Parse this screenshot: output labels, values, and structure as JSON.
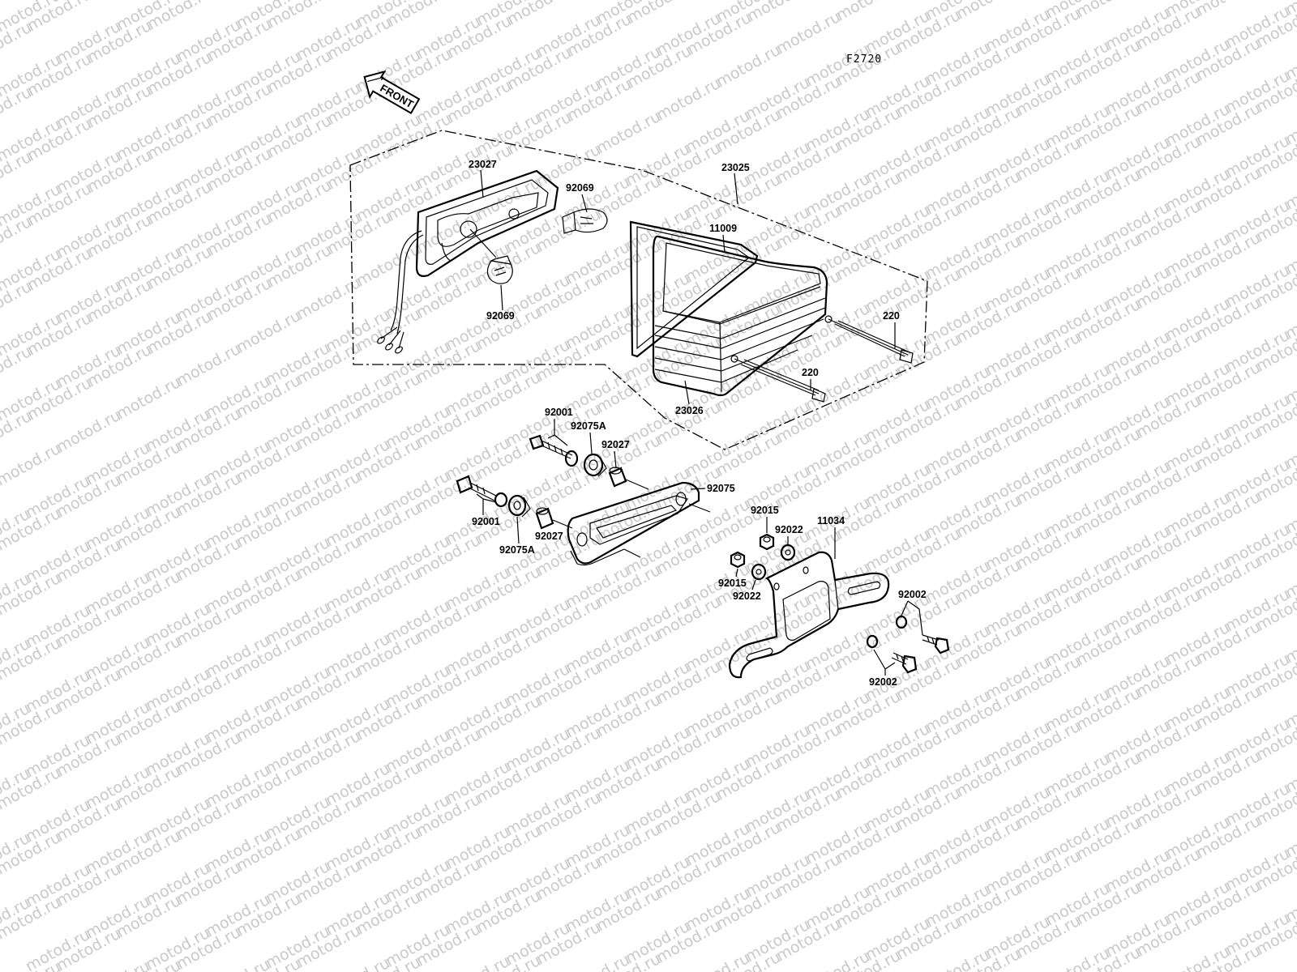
{
  "figure_code": "F2720",
  "front_label": "FRONT",
  "watermark": "motod.ru",
  "part_labels": {
    "p23027": "23027",
    "p92069_top": "92069",
    "p92069_bottom": "92069",
    "p23025": "23025",
    "p11009": "11009",
    "p220_top": "220",
    "p220_bottom": "220",
    "p23026": "23026",
    "p92001_top": "92001",
    "p92075A_top": "92075A",
    "p92027_top": "92027",
    "p92075": "92075",
    "p92001_bottom": "92001",
    "p92027_bottom": "92027",
    "p92075A_bottom": "92075A",
    "p92015_top": "92015",
    "p92022_top": "92022",
    "p11034": "11034",
    "p92015_bottom": "92015",
    "p92022_bottom": "92022",
    "p92002_top": "92002",
    "p92002_bottom": "92002"
  }
}
